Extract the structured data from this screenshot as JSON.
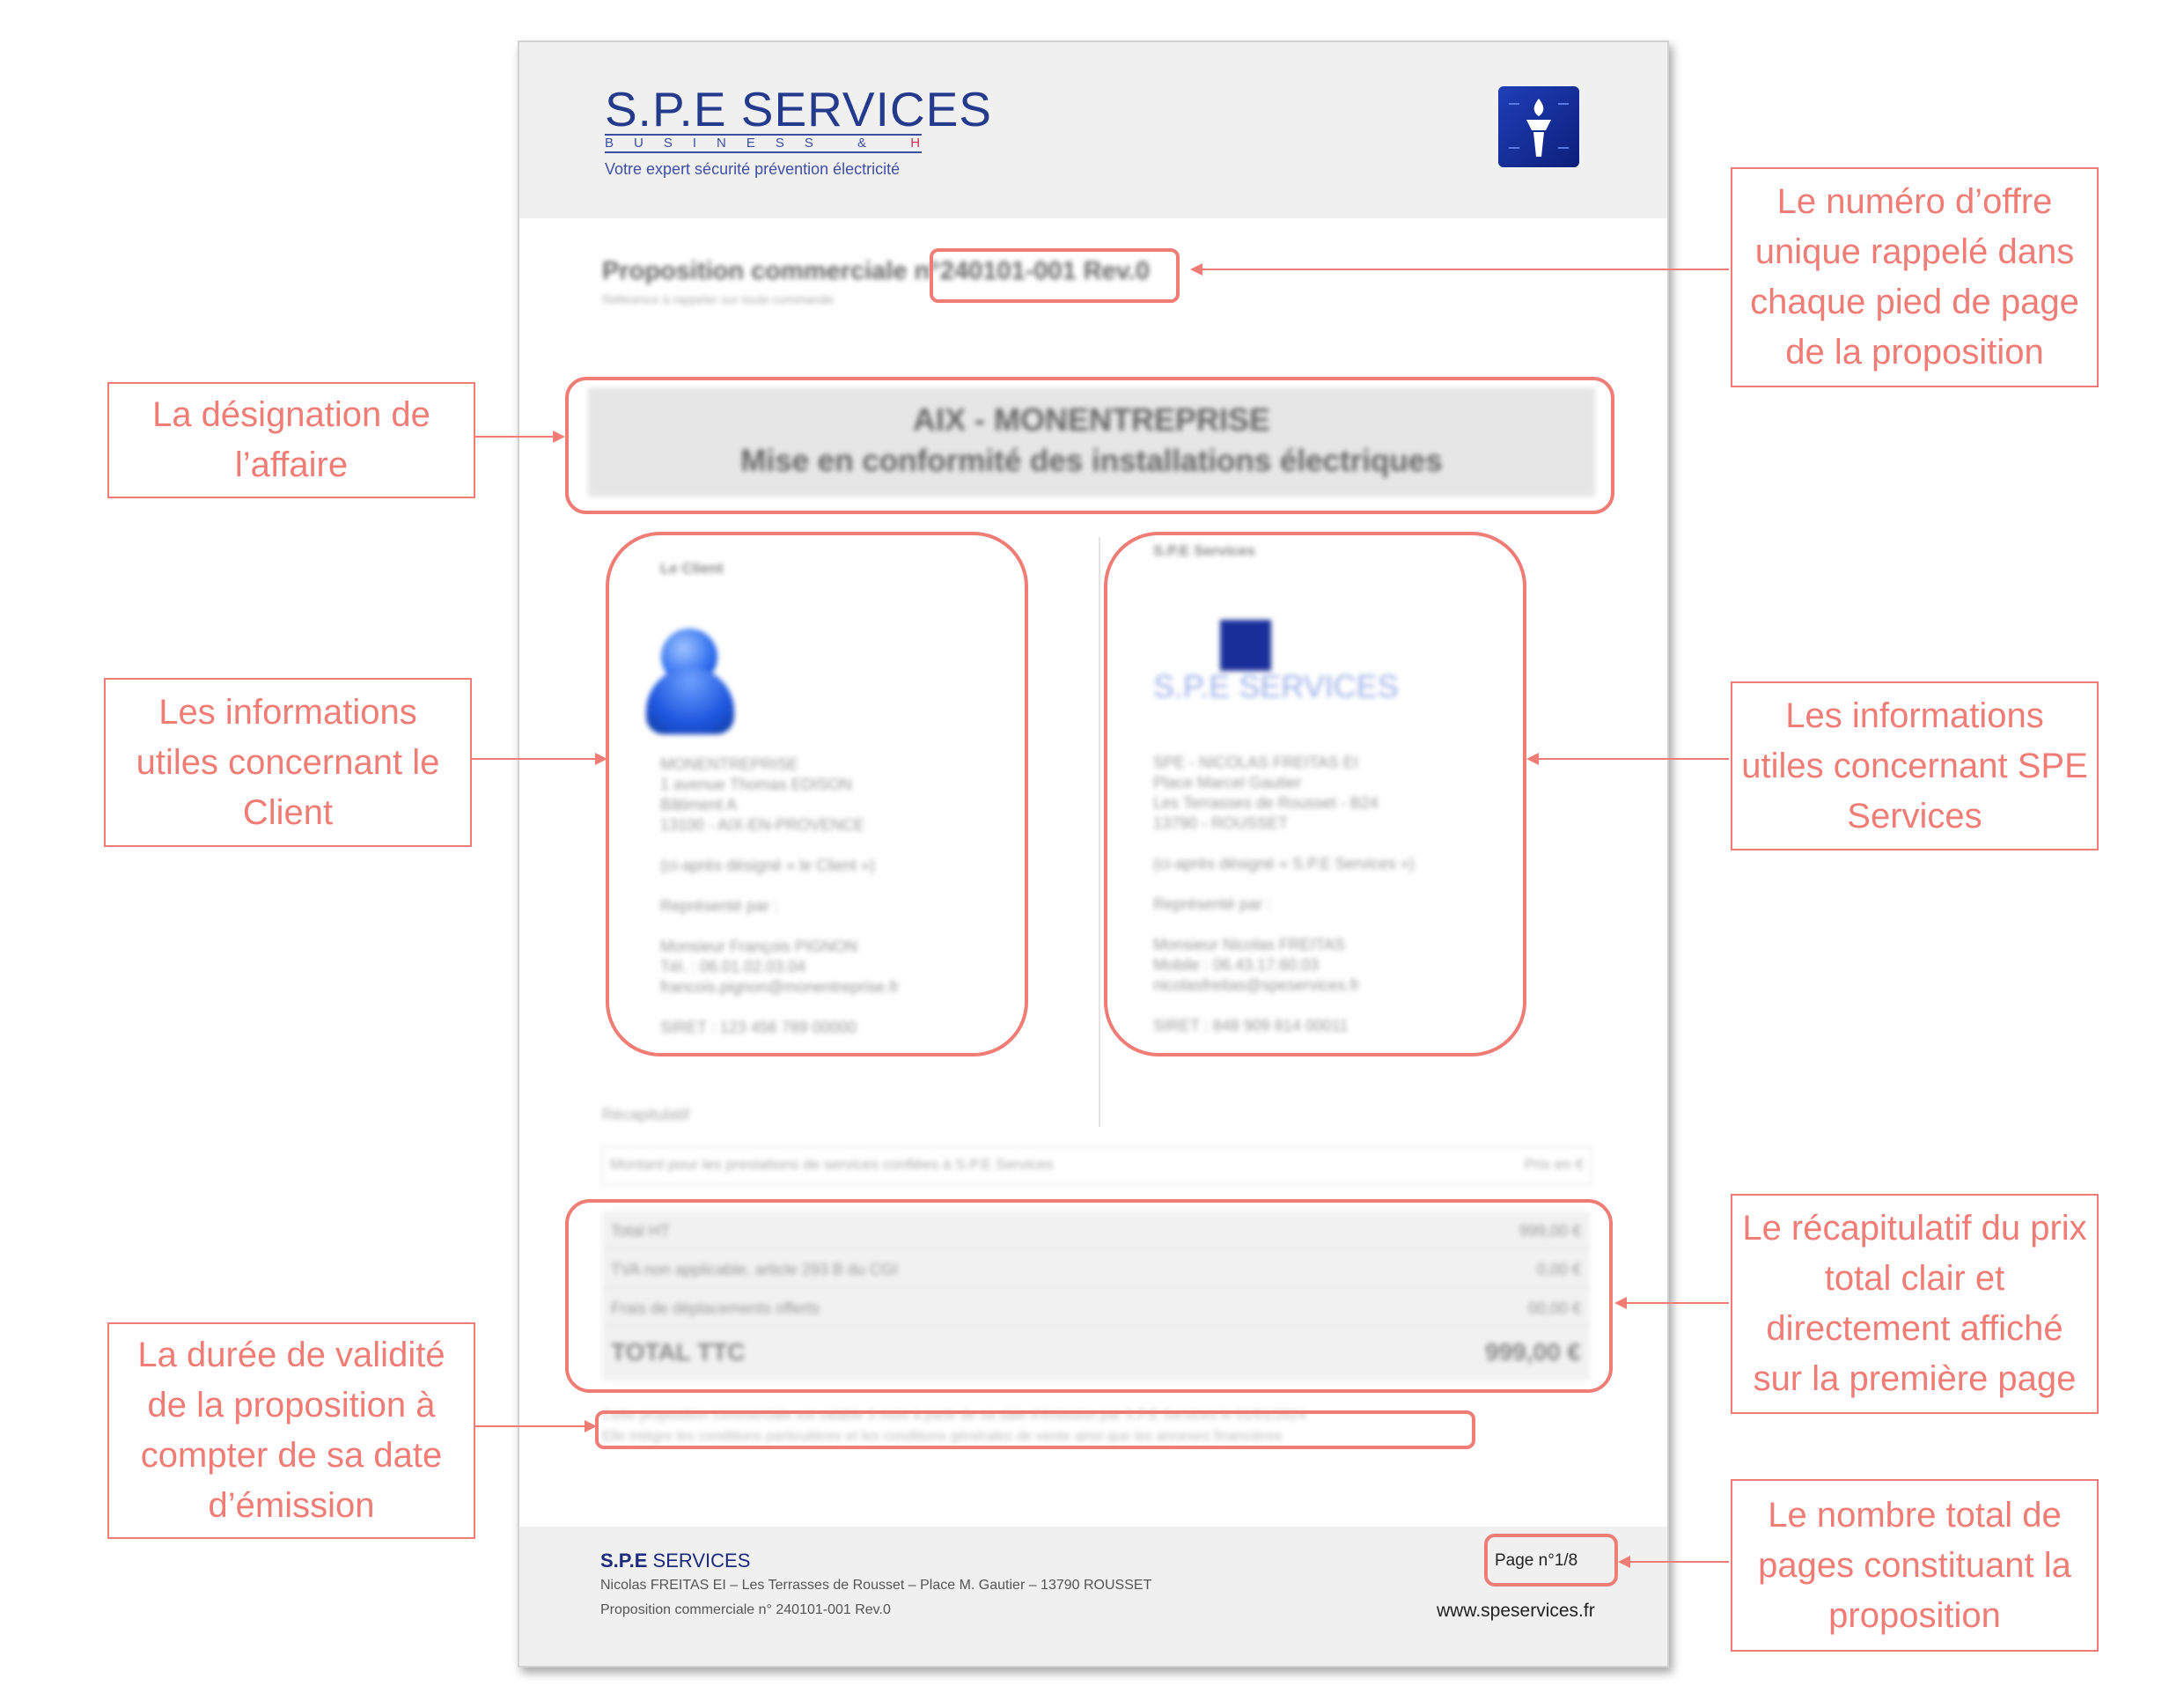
{
  "document": {
    "header": {
      "brand_name": "S.P.E SERVICES",
      "brand_sub_business": "BUSINESS",
      "brand_sub_amp": "&",
      "brand_sub_home": "HOME",
      "tagline": "Votre expert sécurité prévention électricité",
      "logo_icon": "torch-logo-icon"
    },
    "title": "Proposition commerciale n°240101-001 Rev.0",
    "subtitle": "Référence à rappeler sur toute commande",
    "designation": {
      "line1": "AIX - MONENTREPRISE",
      "line2": "Mise en conformité des installations électriques"
    },
    "client": {
      "heading": "Le Client",
      "avatar_icon": "user-avatar-icon",
      "lines": [
        "MONENTREPRISE",
        "1 avenue Thomas EDISON",
        "Bâtiment A",
        "13100 - AIX-EN-PROVENCE",
        "",
        "(ci-après désigné « le Client »)",
        "",
        "Représenté par :",
        "",
        "Monsieur François PIGNON",
        "Tél. : 06.01.02.03.04",
        "francois.pignon@monentreprise.fr",
        "",
        "SIRET  :  123 456 789 00000"
      ]
    },
    "provider": {
      "heading": "S.P.E Services",
      "logo_name": "S.P.E SERVICES",
      "lines": [
        "SPE - NICOLAS FREITAS EI",
        "Place Marcel Gautier",
        "Les Terrasses de Rousset - B24",
        "13790 - ROUSSET",
        "",
        "(ci-après désigné « S.P.E Services »)",
        "",
        "Représenté par :",
        "",
        "Monsieur Nicolas FREITAS",
        "Mobile : 06.43.17.60.03",
        "nicolasfreitas@speservices.fr",
        "",
        "SIRET  :  848 909 814 00011"
      ]
    },
    "recap": {
      "label": "Récapitulatif",
      "row_label": "Montant pour les prestations de services confiées à S.P.E Services",
      "row_value": "Prix en €",
      "totals": [
        {
          "label": "Total HT",
          "value": "999,00 €"
        },
        {
          "label": "TVA non applicable, article 293 B du CGI",
          "value": "0,00 €"
        },
        {
          "label": "Frais de déplacements offerts",
          "value": "00,00 €"
        },
        {
          "label": "TOTAL TTC",
          "value": "999,00 €"
        }
      ]
    },
    "validity": {
      "line1": "Cette proposition commerciale est valable 3 mois à partir de sa date d'émission par S.P.E Services le 01/01/2024",
      "line2": "Elle intègre les conditions particulières et les conditions générales de vente ainsi que les annexes financières"
    },
    "footer": {
      "brand_spe": "S.P.E",
      "brand_services": "SERVICES",
      "address": "Nicolas FREITAS EI – Les Terrasses de Rousset – Place M. Gautier – 13790 ROUSSET",
      "reference": "Proposition commerciale n° 240101-001 Rev.0",
      "page": "Page n°1/8",
      "website": "www.speservices.fr"
    }
  },
  "callouts": {
    "offer_number": "Le numéro d’offre unique rappelé dans chaque pied de page de la proposition",
    "designation": "La désignation de l’affaire",
    "client_info": "Les informations utiles concernant le Client",
    "spe_info": "Les informations utiles concernant SPE Services",
    "price_summary": "Le récapitulatif du prix total clair et directement affiché sur la première page",
    "validity": "La durée de validité de la proposition à compter de sa date d’émission",
    "page_count": "Le nombre total de pages constituant la proposition"
  },
  "colors": {
    "annotation": "#f07c76",
    "brand_blue": "#243a8c"
  }
}
